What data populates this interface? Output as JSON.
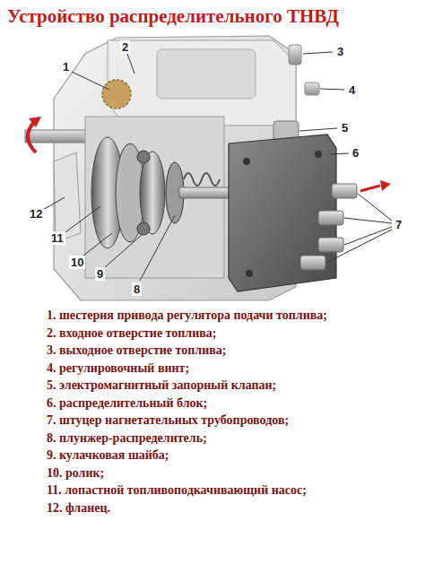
{
  "diagram": {
    "title": "Устройство распределительного ТНВД",
    "labels": [
      "1",
      "2",
      "3",
      "4",
      "5",
      "6",
      "7",
      "8",
      "9",
      "10",
      "11",
      "12",
      "1. шестерня привода регулятора подачи топлива;",
      "2. входное отверстие топлива;",
      "3. выходное отверстие топлива;",
      "4. регулировочный винт;",
      "5. электромагнитный запорный клапан;",
      "6. распределительный блок;",
      "7. штуцер нагнетательных трубопроводов;",
      "8. плунжер-распределитель;",
      "9. кулачковая шайба;",
      "10. ролик;",
      "11. лопастной топливоподкачивающий насос;",
      "12. фланец."
    ]
  }
}
